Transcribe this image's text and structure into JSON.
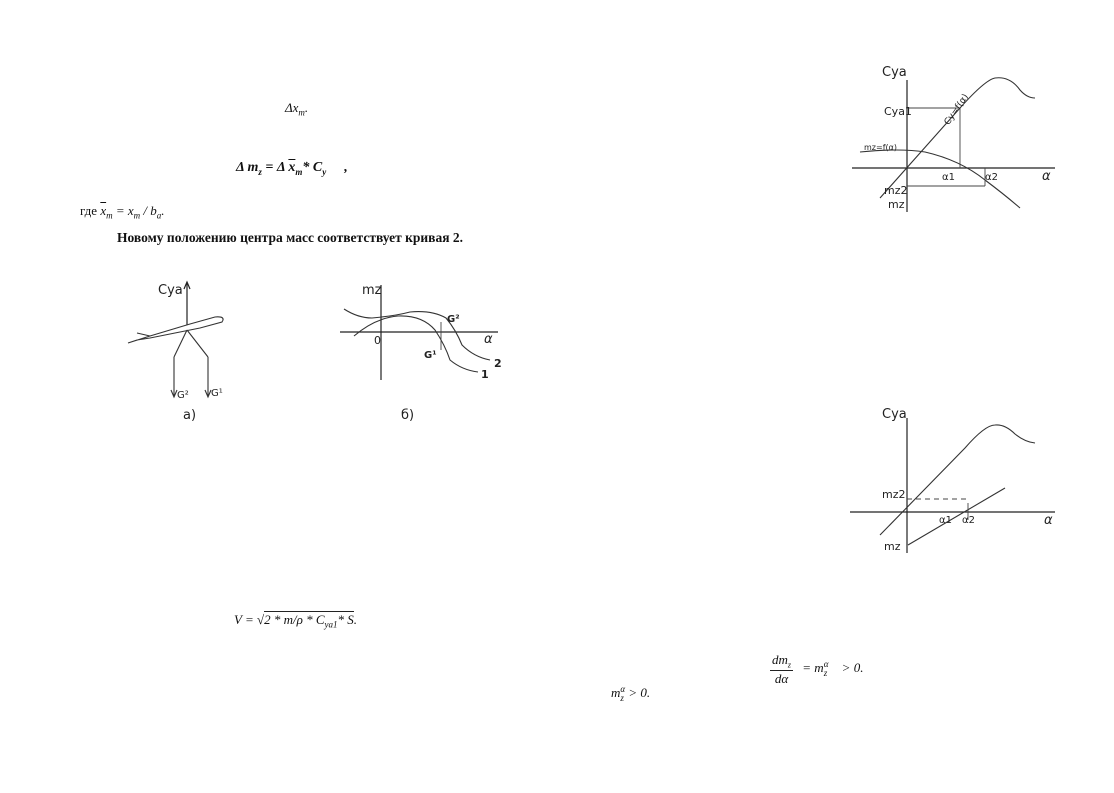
{
  "text": {
    "delta_x": "Δx",
    "delta_x_sub": "т",
    "delta_x_tail": ".",
    "eq1_a": "Δ  m",
    "eq1_sub_z": "z",
    "eq1_b": " = Δ ",
    "eq1_xbar": "x",
    "eq1_sub_t": "т",
    "eq1_c": "* C",
    "eq1_sub_y": "y",
    "eq1_comma": ",",
    "where_label": "где",
    "where_xbar": "x",
    "where_sub_t": "т",
    "where_eq": " = x",
    "where_sub_t2": "т",
    "where_div": " / b",
    "where_sub_a": "a",
    "where_end": ".",
    "sentence": "Новому положению центра масс соответствует кривая 2.",
    "eq_v_a": "V = ",
    "eq_v_root": "2 * m/ρ * C",
    "eq_v_sub": "ya1",
    "eq_v_tail": "* S",
    "eq_v_end": ".",
    "deriv_num": "dm",
    "deriv_num_sub": "z",
    "deriv_den": "dα",
    "deriv_eq": "=  m",
    "deriv_sub": "z",
    "deriv_sup": "α",
    "deriv_tail": "> 0.",
    "mz_cond": "m",
    "mz_cond_sub": "z",
    "mz_cond_sup": "α",
    "mz_cond_tail": " > 0."
  },
  "fig_a": {
    "cya_label": "Cya",
    "g2_label": "G²",
    "g1_label": "G¹",
    "caption": "a)"
  },
  "fig_b": {
    "mz_label": "mz",
    "zero_label": "0",
    "alpha_label": "α",
    "g2_label": "G²",
    "g1_label": "G¹",
    "curve2_label": "2",
    "curve1_label": "1",
    "caption": "б)"
  },
  "fig_top_right": {
    "cya_label": "Cya",
    "cya1_label": "Cya1",
    "cy_curve_label": "Cy=f(α)",
    "mz_curve_label": "mz=f(α)",
    "alpha1_label": "α1",
    "alpha2_label": "α2",
    "alpha_axis_label": "α",
    "mz2_label": "mz2",
    "mz_label": "mz"
  },
  "fig_bottom_right": {
    "cya_label": "Cya",
    "mz2_label": "mz2",
    "alpha1_label": "α1",
    "alpha2_label": "α2",
    "alpha_axis_label": "α",
    "mz_label": "mz"
  }
}
